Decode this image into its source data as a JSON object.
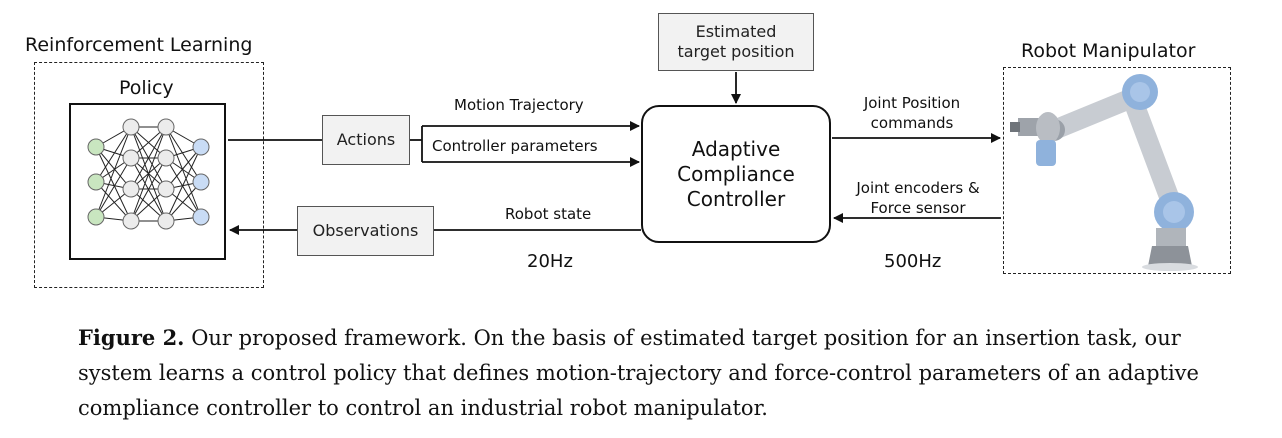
{
  "rl": {
    "title": "Reinforcement Learning",
    "policy_label": "Policy"
  },
  "actions": {
    "label": "Actions"
  },
  "observations": {
    "label": "Observations"
  },
  "target": {
    "line1": "Estimated",
    "line2": "target position"
  },
  "controller": {
    "line1": "Adaptive",
    "line2": "Compliance",
    "line3": "Controller"
  },
  "arrows": {
    "motion": "Motion Trajectory",
    "params": "Controller parameters",
    "state": "Robot state",
    "joint_pos_1": "Joint Position",
    "joint_pos_2": "commands",
    "encoders_1": "Joint encoders &",
    "encoders_2": "Force sensor"
  },
  "rates": {
    "left": "20Hz",
    "right": "500Hz"
  },
  "robot": {
    "title": "Robot Manipulator"
  },
  "caption": {
    "label": "Figure 2.",
    "text": "Our proposed framework. On the basis of estimated target position for an insertion task, our system learns a control policy that defines motion-trajectory and force-control parameters of an adaptive compliance controller to control an industrial robot manipulator."
  },
  "colors": {
    "input_node": "#c9e6c0",
    "output_node": "#c9dcf5",
    "hidden_node": "#ececec",
    "robot_joint": "#8fb2dc"
  }
}
